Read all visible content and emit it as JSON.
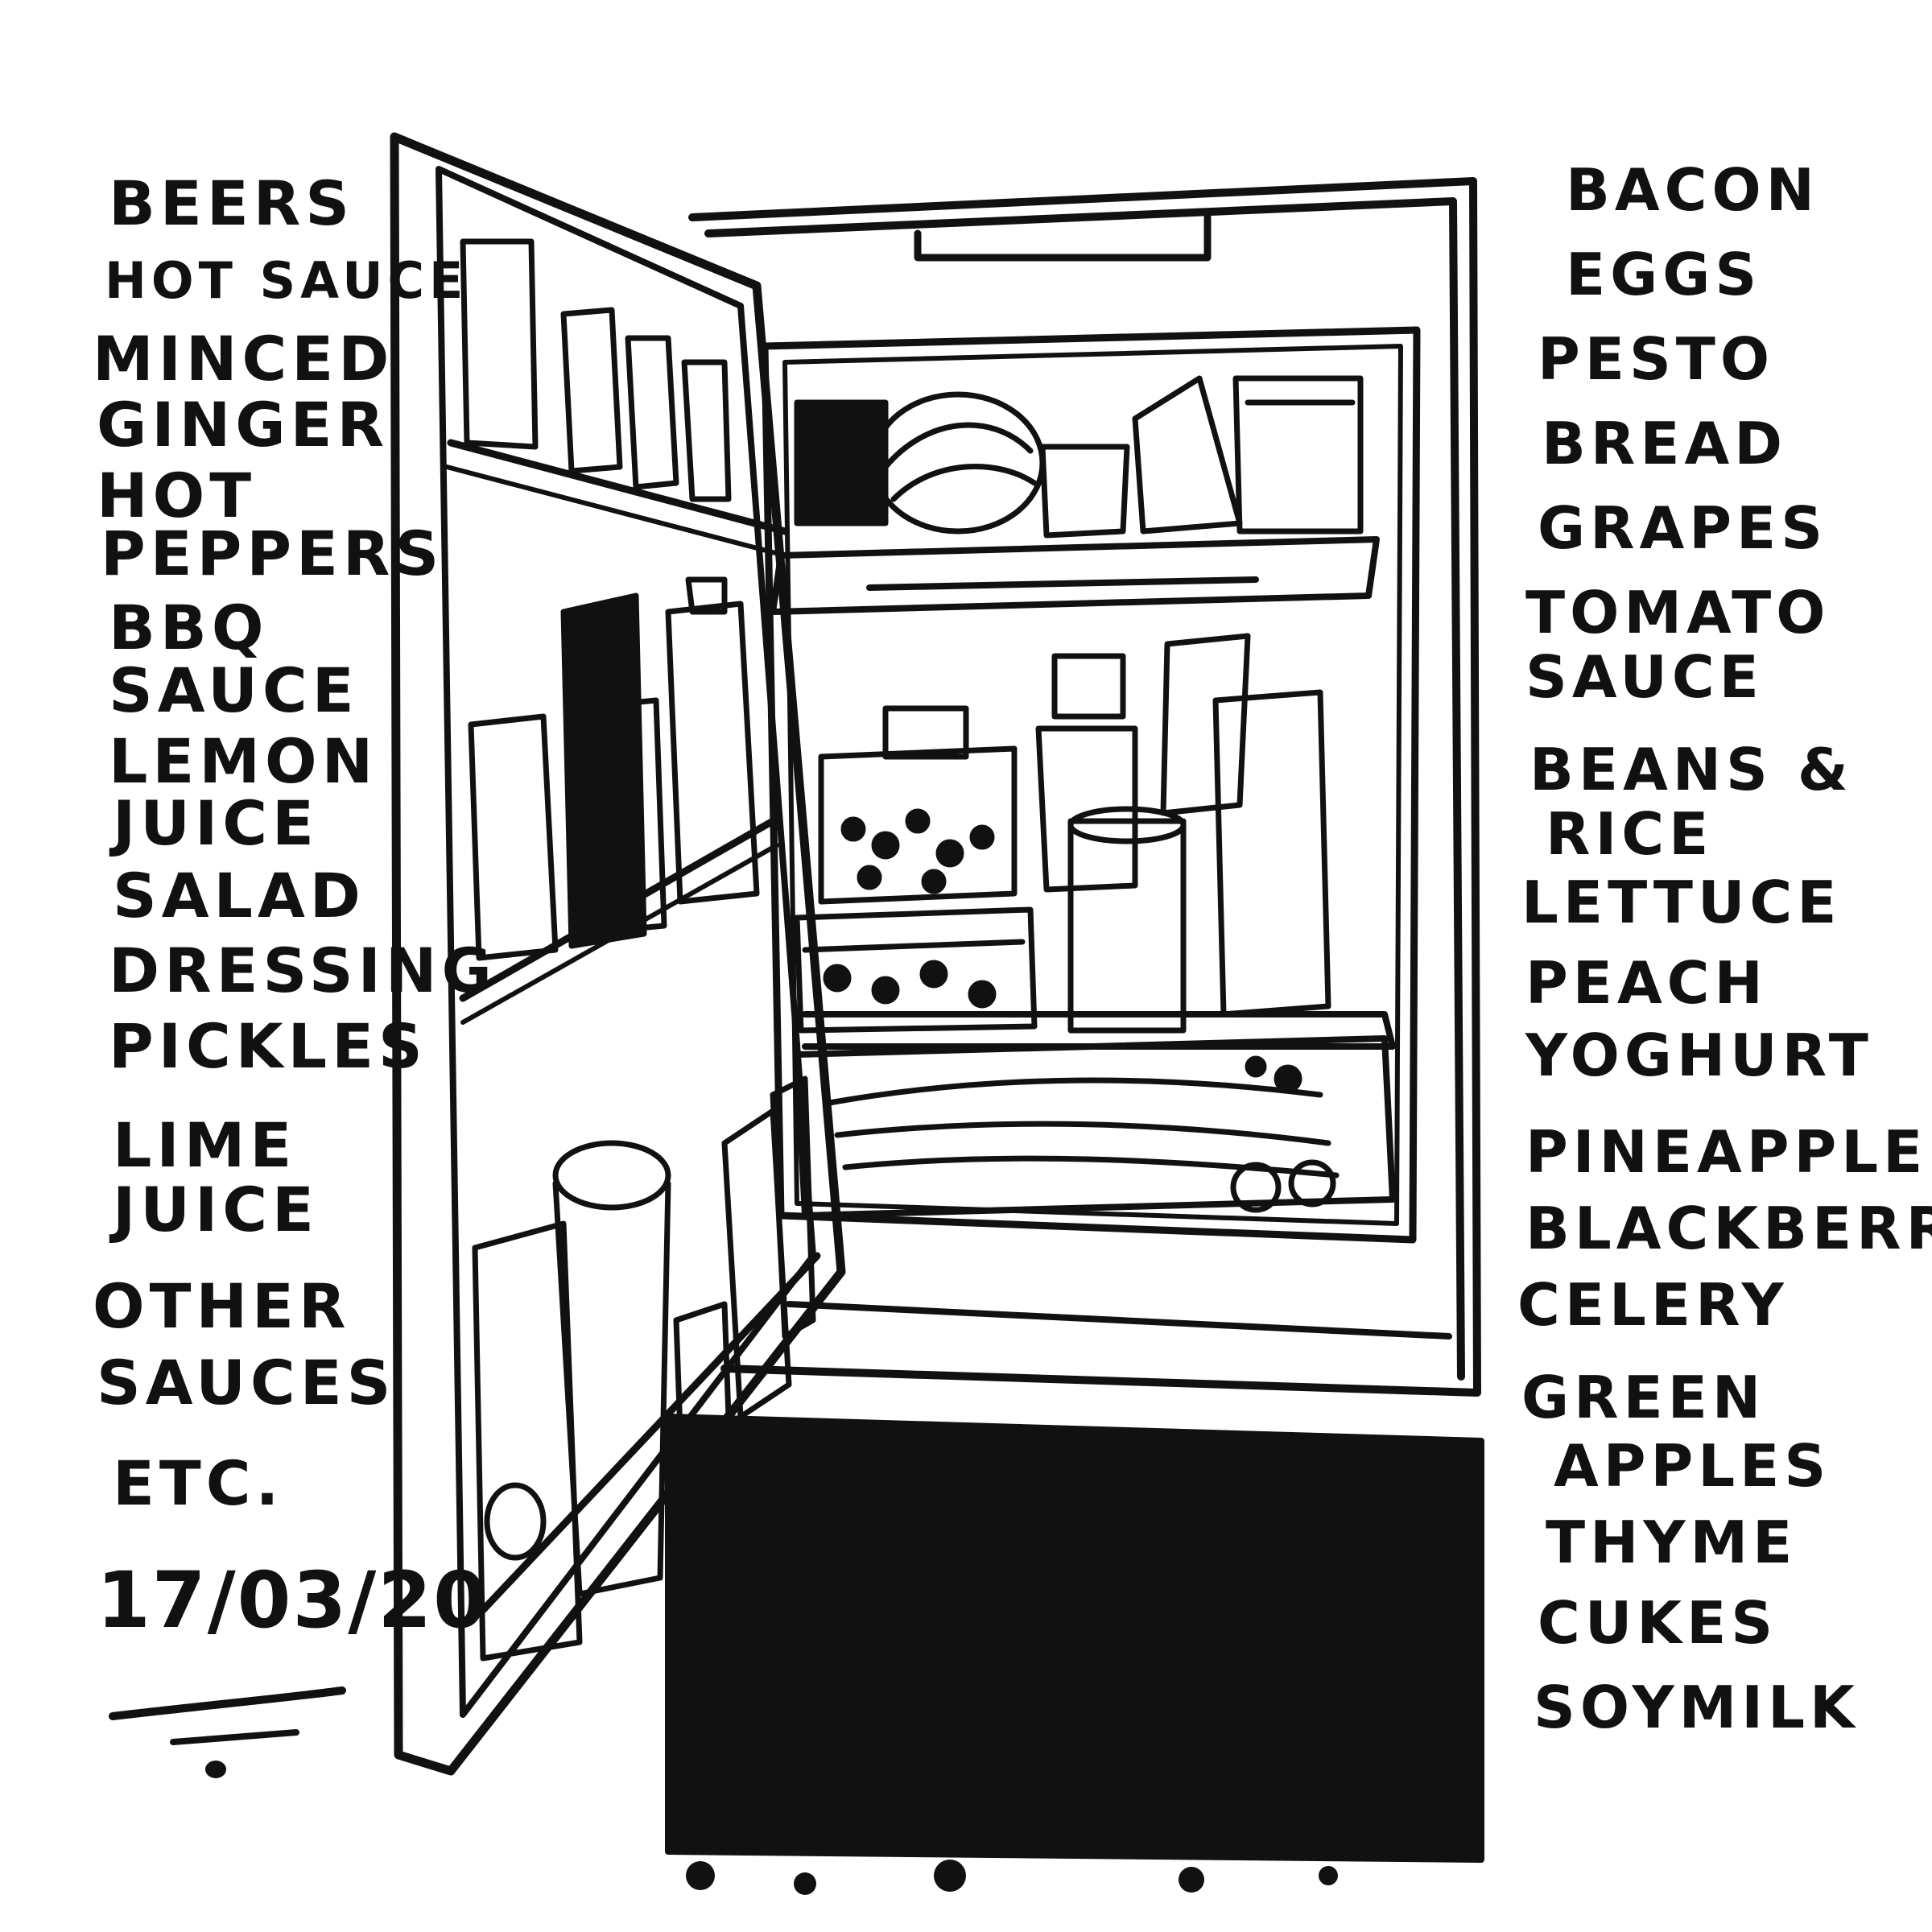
{
  "left_list": {
    "items": [
      "BEERS",
      "HOT SAUCE",
      "MINCED",
      "GINGER",
      "HOT",
      "PEPPERS",
      "BBQ",
      "SAUCE",
      "LEMON",
      "JUICE",
      "SALAD",
      "DRESSING",
      "PICKLES",
      "LIME",
      "JUICE",
      "OTHER",
      "SAUCES",
      "ETC."
    ]
  },
  "date": "17/03/20",
  "right_list": {
    "items": [
      "BACON",
      "EGGS",
      "PESTO",
      "BREAD",
      "GRAPES",
      "TOMATO",
      "SAUCE",
      "BEANS &",
      "RICE",
      "LETTUCE",
      "PEACH",
      "YOGHURT",
      "PINEAPPLE",
      "BLACKBERRY",
      "CELERY",
      "GREEN",
      "APPLES",
      "THYME",
      "CUKES",
      "SOYMILK"
    ]
  },
  "colors": {
    "ink": "#111111",
    "paper": "#ffffff"
  }
}
